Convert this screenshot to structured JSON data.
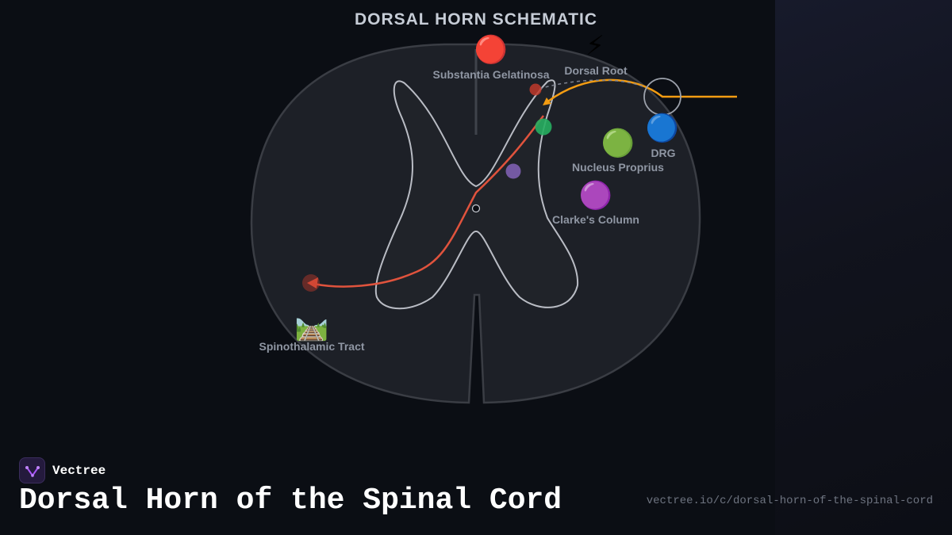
{
  "diagram": {
    "title": "DORSAL HORN SCHEMATIC",
    "labels": {
      "substantia_gelatinosa": "Substantia Gelatinosa",
      "dorsal_root": "Dorsal Root",
      "drg": "DRG",
      "nucleus_proprius": "Nucleus Proprius",
      "clarkes_column": "Clarke's Column",
      "spinothalamic_tract": "Spinothalamic Tract"
    },
    "icons": {
      "substantia_gelatinosa": "🔴",
      "dorsal_root": "⚡",
      "drg": "🔵",
      "nucleus_proprius": "🟢",
      "clarkes_column": "🟣",
      "spinothalamic_tract": "🛤️"
    },
    "colors": {
      "background": "#0b0e14",
      "cord_fill": "#1d2027",
      "cord_outline": "#3a3d44",
      "gray_matter_outline": "#b9bcc4",
      "pain_pathway": "#e0533d",
      "dorsal_root_fiber": "#f39c12",
      "substantia_gelatinosa": "#c0392b",
      "nucleus_proprius": "#27ae60",
      "clarkes_column": "#7d5fb0"
    }
  },
  "footer": {
    "brand": "Vectree",
    "title": "Dorsal Horn of the Spinal Cord",
    "url": "vectree.io/c/dorsal-horn-of-the-spinal-cord"
  }
}
